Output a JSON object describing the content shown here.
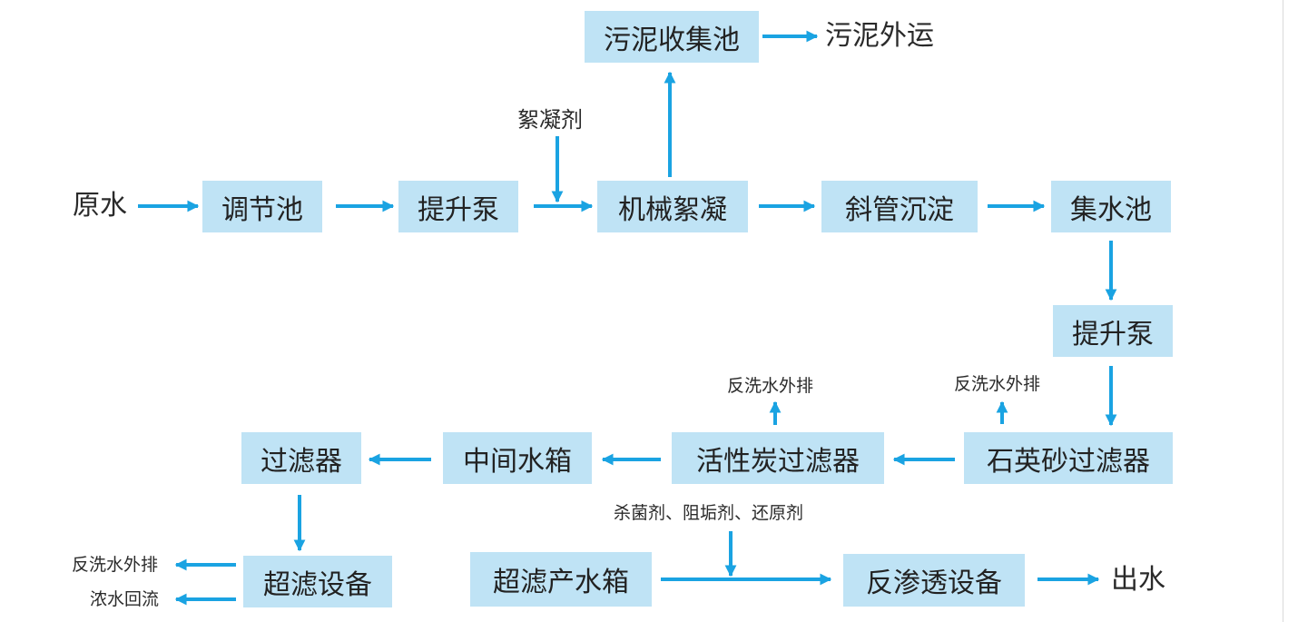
{
  "colors": {
    "arrow": "#1aa3e2",
    "box_fill": "#bfe3f5",
    "text": "#222222"
  },
  "nodes": {
    "raw_water": "原水",
    "equalization_tank": "调节池",
    "lift_pump_1": "提升泵",
    "flocculant": "絮凝剂",
    "mechanical_flocculation": "机械絮凝",
    "sludge_tank": "污泥收集池",
    "sludge_out": "污泥外运",
    "inclined_tube_settling": "斜管沉淀",
    "collection_tank": "集水池",
    "lift_pump_2": "提升泵",
    "backwash_out_1": "反洗水外排",
    "backwash_out_2": "反洗水外排",
    "quartz_sand_filter": "石英砂过滤器",
    "activated_carbon_filter": "活性炭过滤器",
    "intermediate_tank": "中间水箱",
    "filter": "过滤器",
    "ultrafiltration_unit": "超滤设备",
    "backwash_out_3": "反洗水外排",
    "concentrate_return": "浓水回流",
    "chemicals": "杀菌剂、阻垢剂、还原剂",
    "uf_product_tank": "超滤产水箱",
    "ro_unit": "反渗透设备",
    "product_water": "出水"
  }
}
